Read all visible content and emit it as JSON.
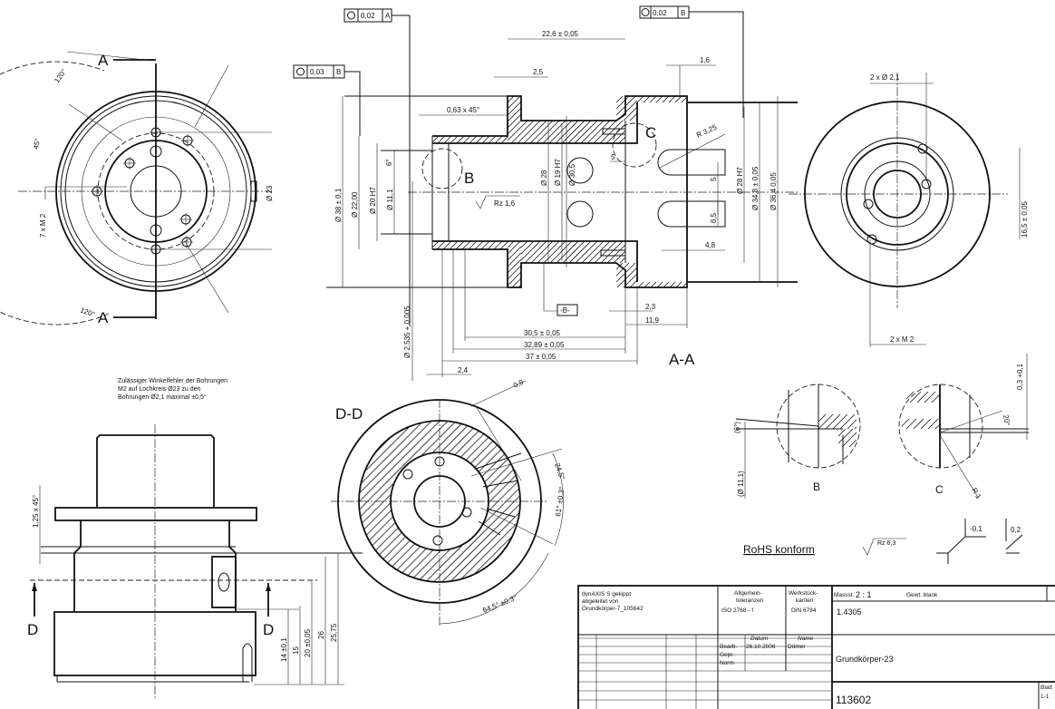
{
  "top_view": {
    "section_marks": [
      "A",
      "A"
    ],
    "angle_1": "120°",
    "angle_2": "45°",
    "angle_3": "120°",
    "thread": "7 x M 2",
    "circle_dia": "Ø 23"
  },
  "section_aa": {
    "title": "A-A",
    "fcf_1": {
      "tol": "0,02",
      "datum": "A"
    },
    "fcf_2": {
      "tol": "0,03",
      "datum": "B"
    },
    "fcf_3": {
      "tol": "0,02",
      "datum": "B"
    },
    "dims": {
      "len_22_6": "22,6 ± 0,05",
      "d_2_5": "2,5",
      "d_1_6": "1,6",
      "chamfer": "0,63 x 45°",
      "radius": "R 3,25",
      "dia_38": "Ø 38 ± 0,1",
      "dia_22": "Ø 22,00",
      "dia_20": "Ø 20 H7",
      "dia_11": "Ø 11,1",
      "angle_6": "6°",
      "rz": "Rz 1,6",
      "dia_28": "Ø 28",
      "dia_19": "Ø 19 H7",
      "dia_30": "Ø 30,5",
      "d_5a": "5",
      "d_5b": "5",
      "d_6_5": "6,5",
      "d_4_8": "4,8",
      "dia_28h7": "Ø 28 H7",
      "dia_34": "Ø 34,8 ± 0,05",
      "dia_36": "Ø 36,4 0,05",
      "datum_b": "-B-",
      "d_2_3": "2,3",
      "d_11_9": "11,9",
      "len_30_5": "30,5 ± 0,05",
      "len_32_89": "32,89 ± 0,05",
      "len_37": "37 ± 0,05",
      "d_2_4": "2,4",
      "dia_2_535": "Ø 2,535 + 0,005"
    },
    "detail_marks": [
      "B",
      "C"
    ]
  },
  "right_view": {
    "holes": "2 x Ø 2,1",
    "threads": "2 x M 2",
    "dim": "16,5 ± 0,05"
  },
  "note": [
    "Zulässiger Winkelfehler der Bohrungen",
    "M2 auf Lochkreis Ø23 zu den",
    "Bohrungen Ø2,1 maximal ±0,5°"
  ],
  "side_view": {
    "chamfer": "1,25 x 45°",
    "section_marks": [
      "D",
      "D"
    ],
    "dims": [
      "14 ±0,1",
      "15",
      "20 ±0,05",
      "26",
      "25,75"
    ]
  },
  "section_dd": {
    "title": "D-D",
    "d_0_9": "0,9",
    "d_24": "24,5°",
    "angle_61": "61° ±0,3°",
    "angle_64": "64,5° ±0,3°"
  },
  "detail_b": {
    "label": "B",
    "angle": "(6°)",
    "dia": "(Ø 11,1)"
  },
  "detail_c": {
    "label": "C",
    "depth": "0,3 +0,1",
    "angle": "20°",
    "radius": "R 1"
  },
  "symbols": {
    "rohs": "RoHS konform",
    "rz": "Rz 6,3",
    "edge_1": "-0,1",
    "edge_2": "0,2"
  },
  "title_block": {
    "origin": [
      "dynAXIS S gekippt",
      "abgeleitet von",
      "Grundkörper-7_105642"
    ],
    "tolerances": [
      "Allgemein-",
      "toleranzen",
      "ISO 2768 - f"
    ],
    "edges": [
      "Werkstück-",
      "kanten",
      "DIN 6784"
    ],
    "scale_label": "Massst.",
    "scale": "2 : 1",
    "weight": "Gewt. blank",
    "material": "1.4305",
    "col_date": "Datum",
    "col_name": "Name",
    "row_drawn": "Bearb.",
    "row_checked": "Gepr.",
    "row_norm": "Norm",
    "date": "26.10.2006",
    "name": "Dömer",
    "part_name": "Grundkörper-23",
    "drawing_no": "113602",
    "sheet_label": "Blatt",
    "sheet": "1-1"
  }
}
